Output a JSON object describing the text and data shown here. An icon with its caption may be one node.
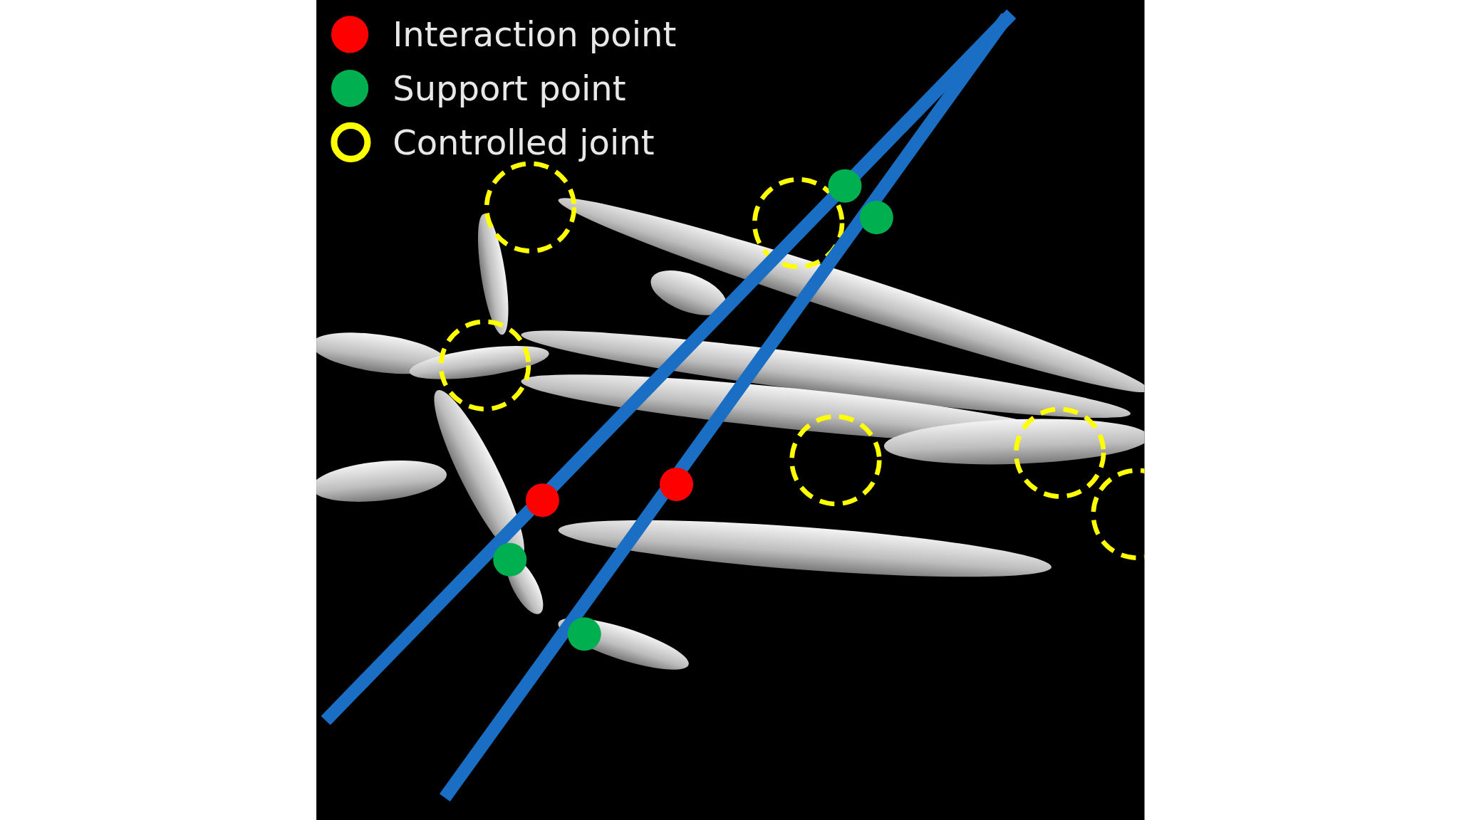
{
  "diagram": {
    "legend": [
      {
        "text": "Interaction point",
        "color": "#ff0000"
      },
      {
        "text": "Support point",
        "color": "#00b050"
      },
      {
        "text": "Controlled joint"
      }
    ]
  }
}
